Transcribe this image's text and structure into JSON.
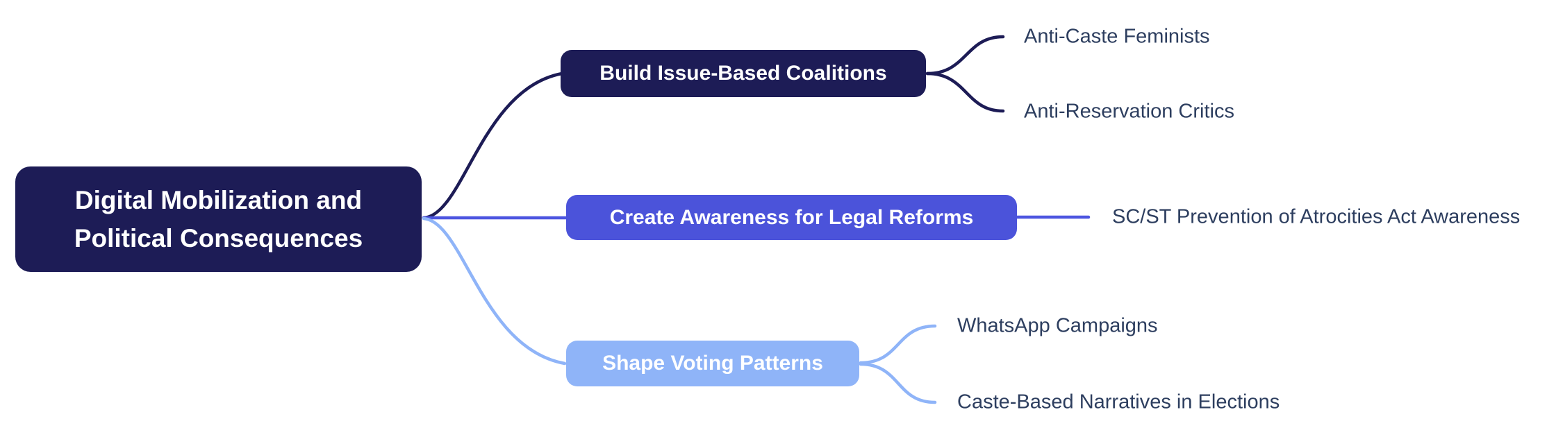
{
  "mindmap": {
    "root": {
      "label": "Digital Mobilization and Political Consequences"
    },
    "branches": [
      {
        "label": "Build Issue-Based Coalitions",
        "children": [
          "Anti-Caste Feminists",
          "Anti-Reservation Critics"
        ]
      },
      {
        "label": "Create Awareness for Legal Reforms",
        "children": [
          "SC/ST Prevention of Atrocities Act Awareness"
        ]
      },
      {
        "label": "Shape Voting Patterns",
        "children": [
          "WhatsApp Campaigns",
          "Caste-Based Narratives in Elections"
        ]
      }
    ]
  },
  "colors": {
    "background": "#ffffff",
    "branch1_fill": "#1d1c56",
    "branch2_fill": "#4b53da",
    "branch2_edge": "#4c55e0",
    "branch3_fill": "#8fb4f8",
    "node_text": "#ffffff",
    "leaf_text": "#2d3e5f"
  }
}
